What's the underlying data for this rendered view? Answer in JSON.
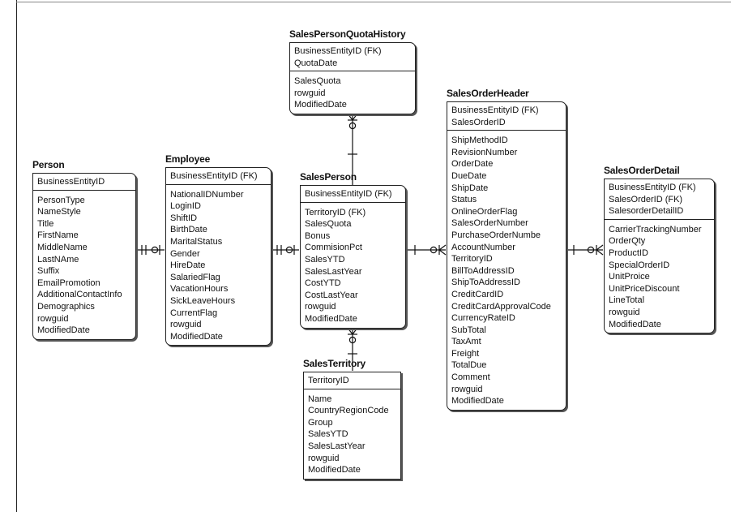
{
  "entities": {
    "person": {
      "title": "Person",
      "keys": [
        "BusinessEntityID"
      ],
      "attributes": [
        "PersonType",
        "NameStyle",
        "Title",
        "FirstName",
        "MiddleName",
        "LastNAme",
        "Suffix",
        "EmailPromotion",
        "AdditionalContactInfo",
        "Demographics",
        "rowguid",
        "ModifiedDate"
      ]
    },
    "employee": {
      "title": "Employee",
      "keys": [
        "BusinessEntityID (FK)"
      ],
      "attributes": [
        "NationalIDNumber",
        "LoginID",
        "ShiftID",
        "BirthDate",
        "MaritalStatus",
        "Gender",
        "HireDate",
        "SalariedFlag",
        "VacationHours",
        "SickLeaveHours",
        "CurrentFlag",
        "rowguid",
        "ModifiedDate"
      ]
    },
    "sales_person_quota_history": {
      "title": "SalesPersonQuotaHistory",
      "keys": [
        "BusinessEntityID (FK)",
        "QuotaDate"
      ],
      "attributes": [
        "SalesQuota",
        "rowguid",
        "ModifiedDate"
      ]
    },
    "sales_person": {
      "title": "SalesPerson",
      "keys": [
        "BusinessEntityID (FK)"
      ],
      "attributes": [
        "TerritoryID (FK)",
        "SalesQuota",
        "Bonus",
        "CommisionPct",
        "SalesYTD",
        "SalesLastYear",
        "CostYTD",
        "CostLastYear",
        "rowguid",
        "ModifiedDate"
      ]
    },
    "sales_territory": {
      "title": "SalesTerritory",
      "keys": [
        "TerritoryID"
      ],
      "attributes": [
        "Name",
        "CountryRegionCode",
        "Group",
        "SalesYTD",
        "SalesLastYear",
        "rowguid",
        "ModifiedDate"
      ]
    },
    "sales_order_header": {
      "title": "SalesOrderHeader",
      "keys": [
        "BusinessEntityID (FK)",
        "SalesOrderID"
      ],
      "attributes": [
        "ShipMethodID",
        "RevisionNumber",
        "OrderDate",
        "DueDate",
        "ShipDate",
        "Status",
        "OnlineOrderFlag",
        "SalesOrderNumber",
        "PurchaseOrderNumbe",
        "AccountNumber",
        "TerritoryID",
        "BillToAddressID",
        "ShipToAddressID",
        "CreditCardID",
        "CreditCardApprovalCode",
        "CurrencyRateID",
        "SubTotal",
        "TaxAmt",
        "Freight",
        "TotalDue",
        "Comment",
        "rowguid",
        "ModifiedDate"
      ]
    },
    "sales_order_detail": {
      "title": "SalesOrderDetail",
      "keys": [
        "BusinessEntityID (FK)",
        "SalesOrderID (FK)",
        "SalesorderDetailID"
      ],
      "attributes": [
        "CarrierTrackingNumber",
        "OrderQty",
        "ProductID",
        "SpecialOrderID",
        "UnitProice",
        "UnitPriceDiscount",
        "LineTotal",
        "rowguid",
        "ModifiedDate"
      ]
    }
  },
  "relationships": [
    {
      "from": "person",
      "to": "employee",
      "cardinality": "one-to-zero-or-one"
    },
    {
      "from": "employee",
      "to": "sales_person",
      "cardinality": "one-to-zero-or-one"
    },
    {
      "from": "sales_person",
      "to": "sales_person_quota_history",
      "cardinality": "one-to-zero-or-many"
    },
    {
      "from": "sales_territory",
      "to": "sales_person",
      "cardinality": "one-to-zero-or-many"
    },
    {
      "from": "sales_person",
      "to": "sales_order_header",
      "cardinality": "one-to-zero-or-many"
    },
    {
      "from": "sales_order_header",
      "to": "sales_order_detail",
      "cardinality": "one-to-zero-or-many"
    }
  ]
}
